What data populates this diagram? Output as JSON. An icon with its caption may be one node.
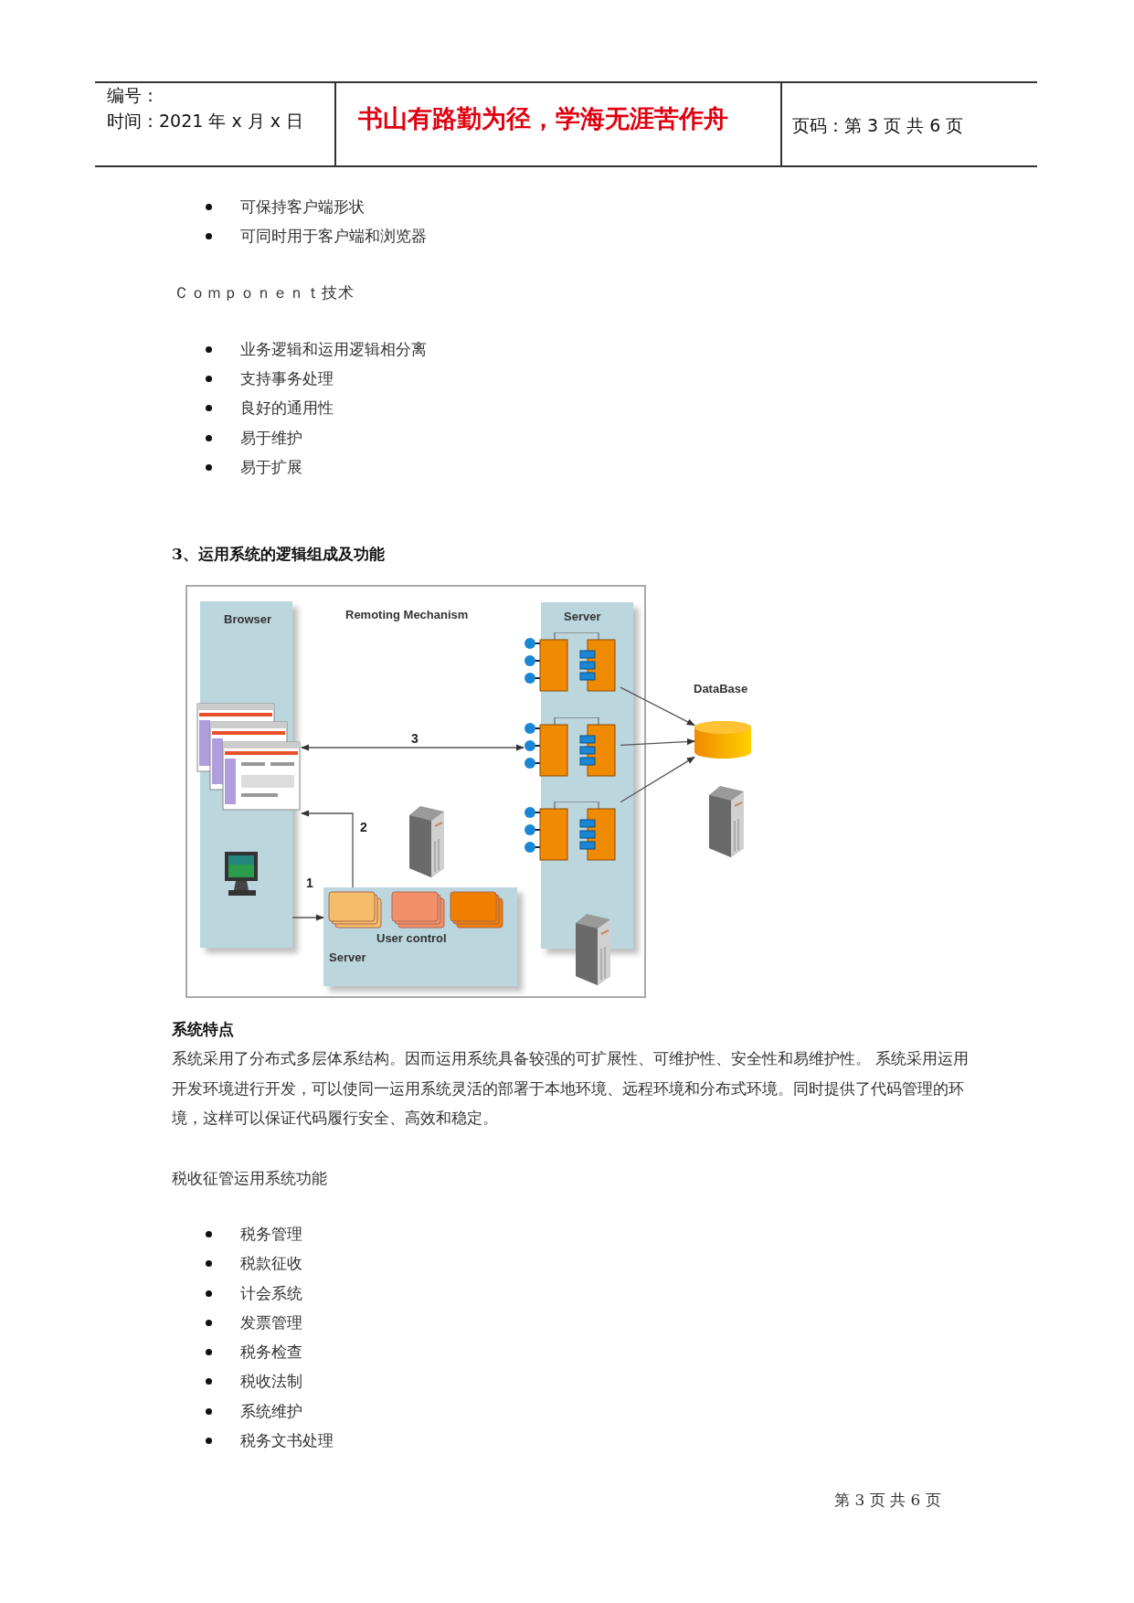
{
  "diagram": {
    "title": "3、运用系统的逻辑组成及功能",
    "nodes": [
      {
        "text": [
          "Browser"
        ]
      },
      {
        "text": [],
        "shape": "picture",
        "in": 0
      },
      {
        "text": [
          "Server"
        ]
      },
      {
        "text": [],
        "shape": "box",
        "in": 2
      },
      {
        "text": [],
        "shape": "box",
        "in": 2
      },
      {
        "text": [],
        "shape": "box",
        "in": 2
      },
      {
        "text": [
          "DataBase"
        ]
      },
      {
        "text": [
          "User control",
          "Server"
        ]
      }
    ],
    "edges": [
      {
        "from": 0,
        "to": 7,
        "arrow": "to",
        "label": "1"
      },
      {
        "from": 7,
        "to": 1,
        "arrow": "to",
        "label": "2"
      },
      {
        "from": 1,
        "to": 4,
        "arrow": "both",
        "label": "3"
      },
      {
        "from": 3,
        "to": 6,
        "arrow": "to"
      },
      {
        "from": 4,
        "to": 6,
        "arrow": "to"
      },
      {
        "from": 5,
        "to": 6,
        "arrow": "to"
      }
    ],
    "labels": [
      "编号：",
      "时间：2021 年 x 月 x 日",
      "书山有路勤为径，学海无涯苦作舟",
      "页码：第 3 页 共 6 页",
      "可保持客户端形状",
      "可同时用于客户端和浏览器",
      "Ｃｏｍｐｏｎｅｎｔ技术",
      "业务逻辑和运用逻辑相分离",
      "支持事务处理",
      "良好的通用性",
      "易于维护",
      "易于扩展",
      "Remoting Mechanism",
      "系统特点",
      "系统采用了分布式多层体系结构。因而运用系统具备较强的可扩展性、可维护性、安全性和易维护性。 系统采用运用开发环境进行开发，可以使同一运用系统灵活的部署于本地环境、远程环境和分布式环境。同时提供了代码管理的环境，这样可以保证代码履行安全、高效和稳定。",
      "税收征管运用系统功能",
      "税务管理",
      "税款征收",
      "计会系统",
      "发票管理",
      "税务检查",
      "税收法制",
      "系统维护",
      "税务文书处理",
      "第 3 页 共 6 页"
    ]
  }
}
